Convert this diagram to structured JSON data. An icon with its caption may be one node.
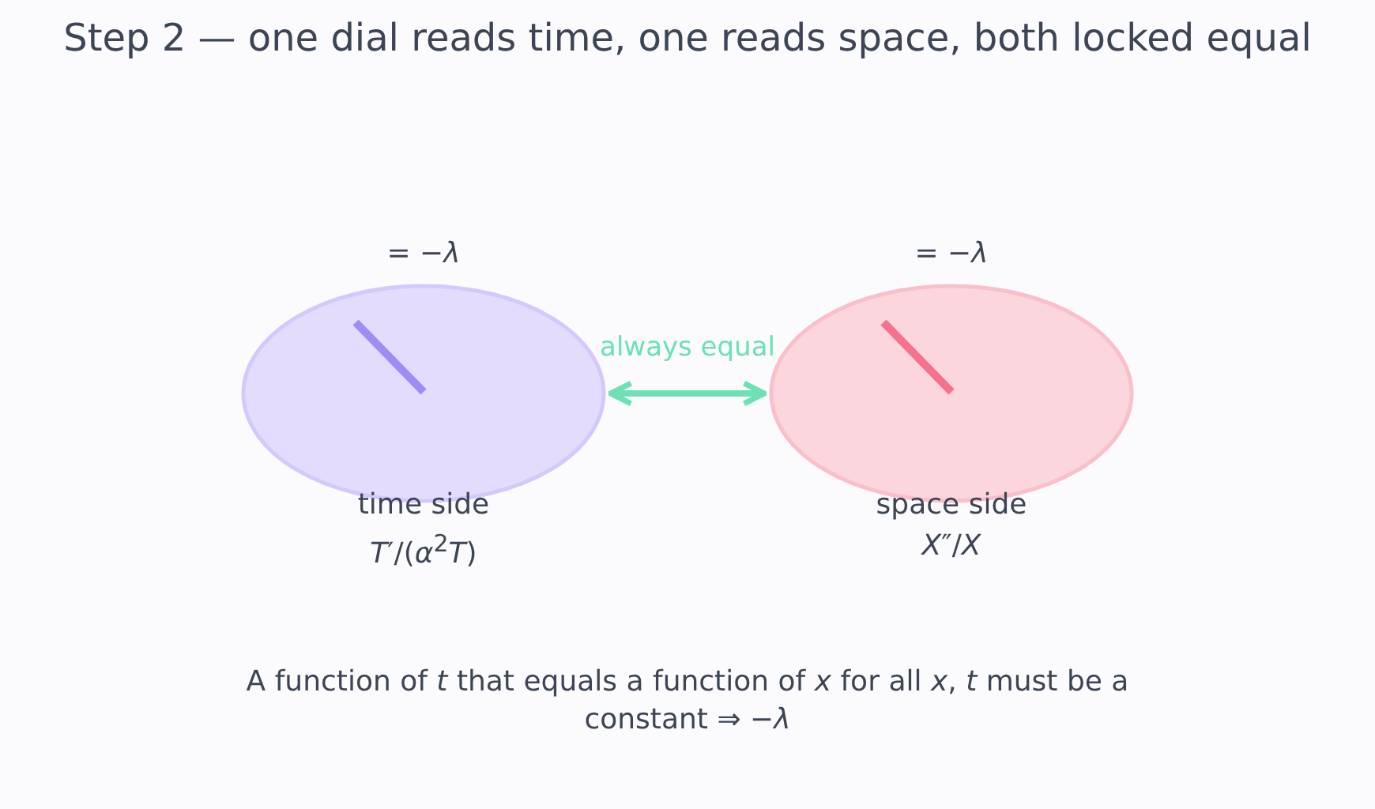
{
  "diagram": {
    "title": "Step 2 — one dial reads time, one reads space, both locked equal",
    "nodes": [
      {
        "text": [
          "= −*λ*",
          "time side",
          "*T*′/(*α*$^{2}$*T*)"
        ]
      },
      {
        "text": [
          "= −*λ*",
          "space side",
          "*X*″/*X*"
        ]
      }
    ],
    "edges": [
      {
        "from": 0,
        "to": 1,
        "arrow": "both",
        "label": "always equal"
      }
    ],
    "caption": "A function of *t* that equals a function of *x* for all *x*, *t* must be a constant  ⇒  −*λ*"
  }
}
